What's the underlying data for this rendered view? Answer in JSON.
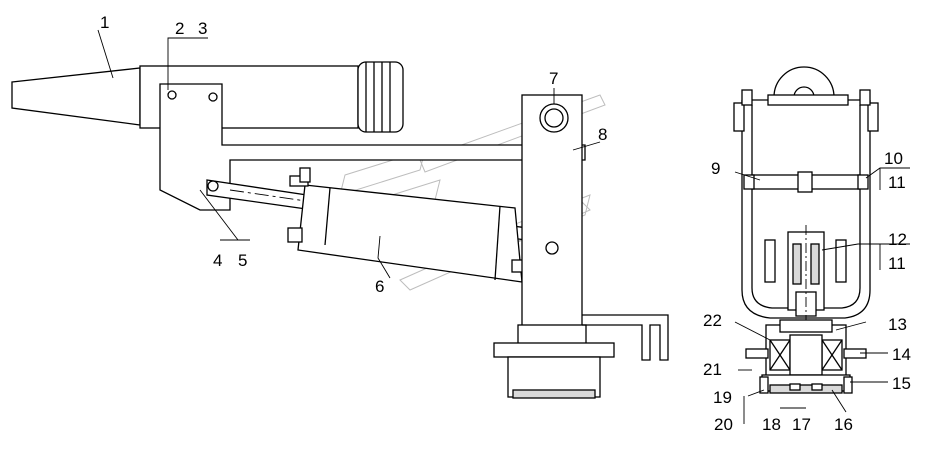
{
  "labels": {
    "l1": "1",
    "l2": "2",
    "l3": "3",
    "l4": "4",
    "l5": "5",
    "l6": "6",
    "l7": "7",
    "l8": "8",
    "l9": "9",
    "l10": "10",
    "l11a": "11",
    "l11b": "11",
    "l12": "12",
    "l13": "13",
    "l14": "14",
    "l15": "15",
    "l16": "16",
    "l17": "17",
    "l18": "18",
    "l19": "19",
    "l20": "20",
    "l21": "21",
    "l22": "22"
  }
}
